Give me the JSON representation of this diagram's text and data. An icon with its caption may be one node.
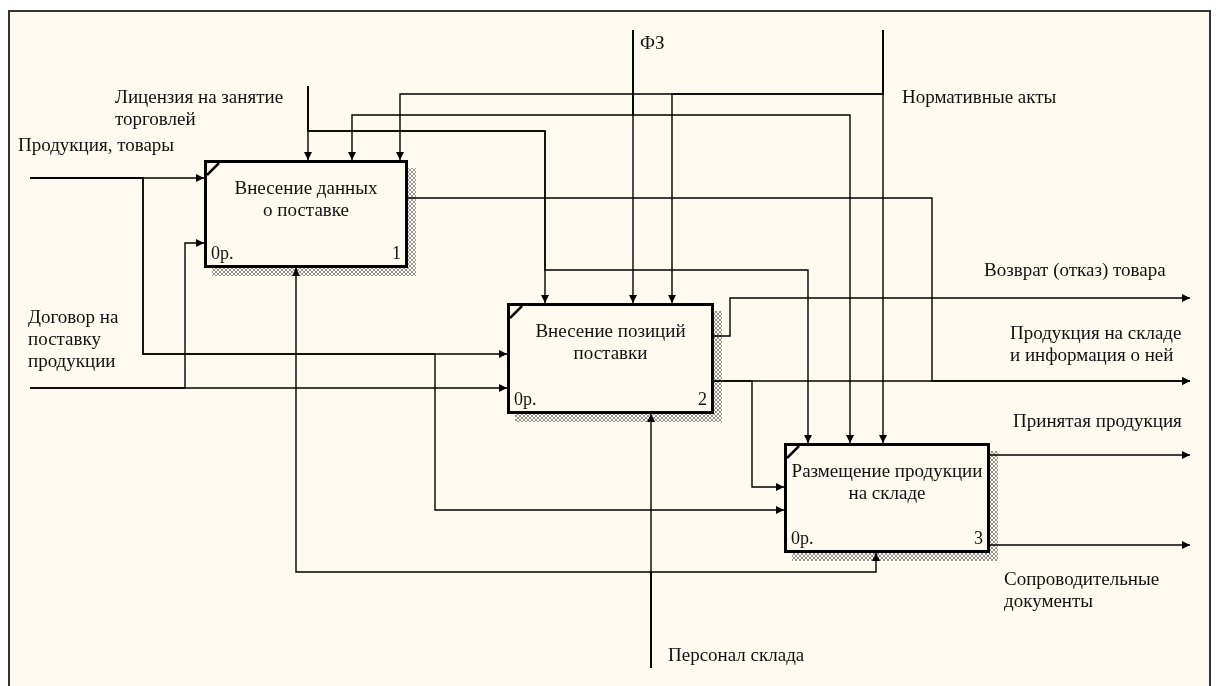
{
  "diagram": {
    "nodes": [
      {
        "text": [
          "Лицензия на занятие торговлей"
        ]
      },
      {
        "text": [
          "ФЗ"
        ]
      },
      {
        "text": [
          "Нормативные акты"
        ]
      },
      {
        "text": [
          "Продукция, товары"
        ]
      },
      {
        "text": [
          "Договор на поставку продукции"
        ]
      },
      {
        "text": [
          "Внесение данных о поставке",
          "0р.",
          "1"
        ]
      },
      {
        "text": [
          "Внесение позиций поставки",
          "0р.",
          "2"
        ]
      },
      {
        "text": [
          "Размещение продукции на складе",
          "0р.",
          "3"
        ]
      },
      {
        "text": [
          "Персонал склада"
        ]
      },
      {
        "text": [
          "Возврат (отказ) товара"
        ]
      },
      {
        "text": [
          "Продукция на складе и информация о ней"
        ]
      },
      {
        "text": [
          "Принятая продукция"
        ]
      },
      {
        "text": [
          "Сопроводительные документы"
        ]
      }
    ],
    "edges": [
      {
        "from": 0,
        "to": 5,
        "arrow": "to"
      },
      {
        "from": 0,
        "to": 6,
        "arrow": "to"
      },
      {
        "from": 0,
        "to": 7,
        "arrow": "to"
      },
      {
        "from": 1,
        "to": 6,
        "arrow": "to"
      },
      {
        "from": 1,
        "to": 5,
        "arrow": "to"
      },
      {
        "from": 1,
        "to": 7,
        "arrow": "to"
      },
      {
        "from": 2,
        "to": 7,
        "arrow": "to"
      },
      {
        "from": 2,
        "to": 5,
        "arrow": "to"
      },
      {
        "from": 2,
        "to": 6,
        "arrow": "to"
      },
      {
        "from": 3,
        "to": 5,
        "arrow": "to"
      },
      {
        "from": 3,
        "to": 6,
        "arrow": "to"
      },
      {
        "from": 3,
        "to": 7,
        "arrow": "to"
      },
      {
        "from": 4,
        "to": 6,
        "arrow": "to"
      },
      {
        "from": 4,
        "to": 5,
        "arrow": "to"
      },
      {
        "from": 8,
        "to": 6,
        "arrow": "to"
      },
      {
        "from": 8,
        "to": 5,
        "arrow": "to"
      },
      {
        "from": 8,
        "to": 7,
        "arrow": "to"
      },
      {
        "from": 5,
        "to": 10,
        "arrow": "to"
      },
      {
        "from": 6,
        "to": 9,
        "arrow": "to"
      },
      {
        "from": 6,
        "to": 10,
        "arrow": "to"
      },
      {
        "from": 6,
        "to": 7,
        "arrow": "to"
      },
      {
        "from": 7,
        "to": 11,
        "arrow": "to"
      },
      {
        "from": 7,
        "to": 12,
        "arrow": "to"
      }
    ]
  }
}
